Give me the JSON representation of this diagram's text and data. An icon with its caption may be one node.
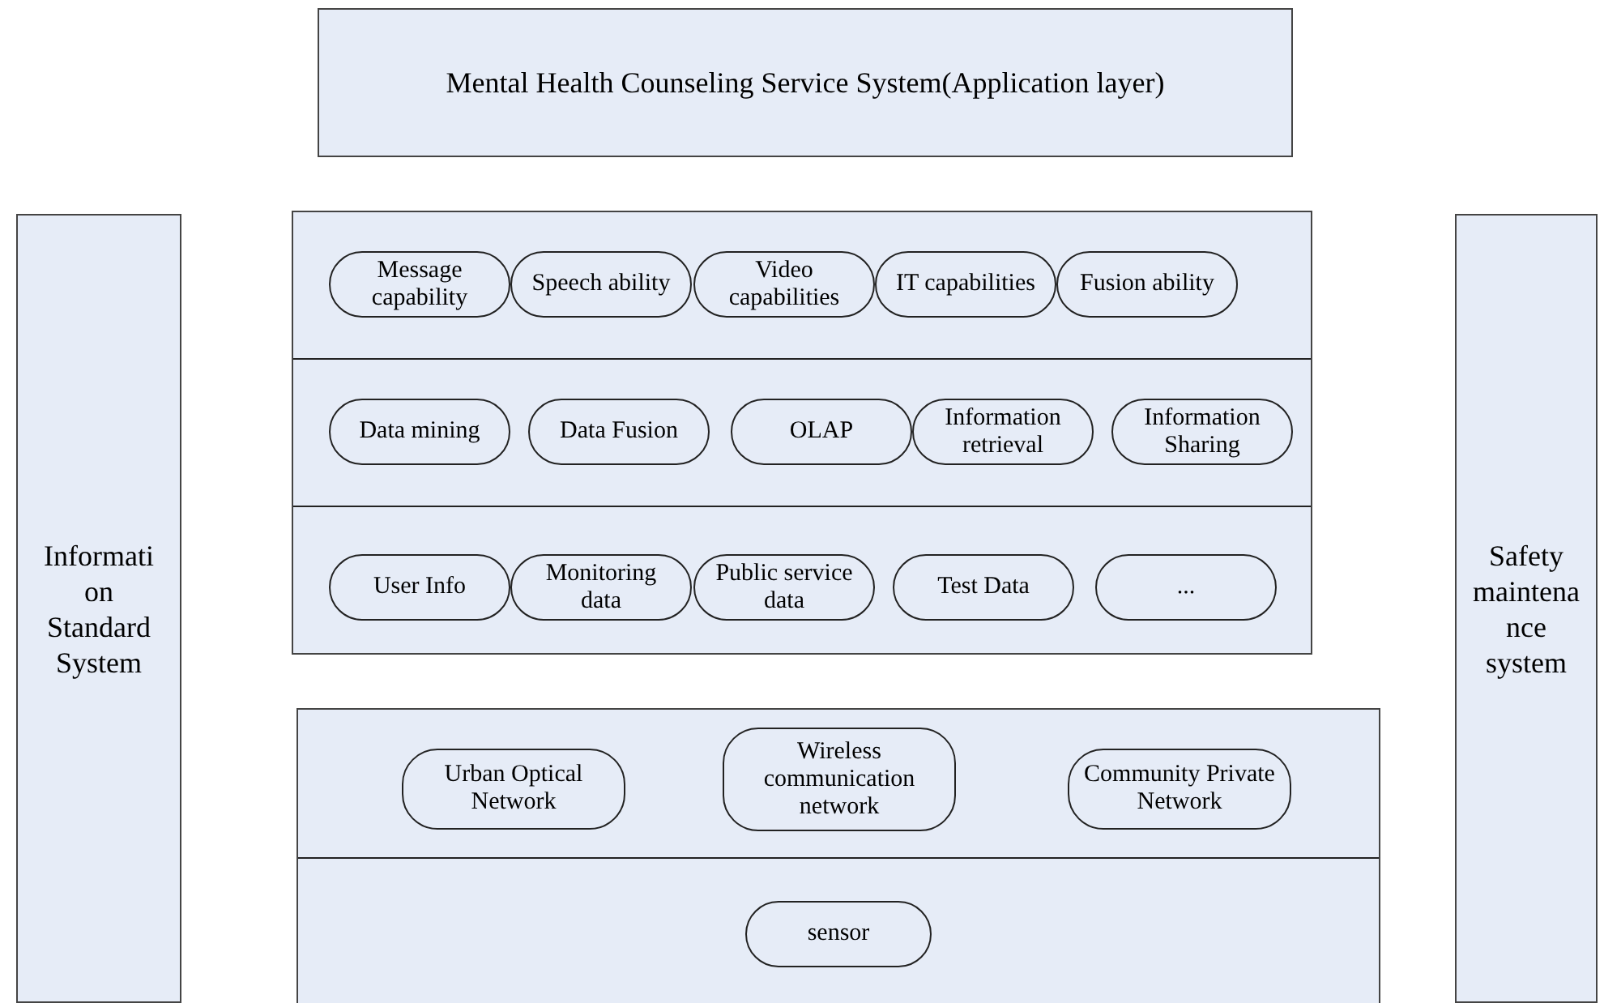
{
  "diagram": {
    "nodes": [
      {
        "text": [
          "Mental Health Counseling Service System(Application layer)"
        ]
      },
      {
        "text": [
          "Informati on Standard System"
        ]
      },
      {
        "text": [],
        "shape": "box"
      },
      {
        "text": [],
        "shape": "band",
        "in": 2
      },
      {
        "text": [
          "Message capability"
        ],
        "in": 3
      },
      {
        "text": [
          "Speech ability"
        ],
        "in": 3
      },
      {
        "text": [
          "Video capabilities"
        ],
        "in": 3
      },
      {
        "text": [
          "IT capabilities"
        ],
        "in": 3
      },
      {
        "text": [
          "Fusion ability"
        ],
        "in": 3
      },
      {
        "text": [],
        "shape": "band",
        "in": 2
      },
      {
        "text": [
          "Data mining"
        ],
        "in": 9
      },
      {
        "text": [
          "Data Fusion"
        ],
        "in": 9
      },
      {
        "text": [
          "OLAP"
        ],
        "in": 9
      },
      {
        "text": [
          "Information retrieval"
        ],
        "in": 9
      },
      {
        "text": [
          "Information Sharing"
        ],
        "in": 9
      },
      {
        "text": [],
        "shape": "band",
        "in": 2
      },
      {
        "text": [
          "User Info"
        ],
        "in": 15
      },
      {
        "text": [
          "Monitoring data"
        ],
        "in": 15
      },
      {
        "text": [
          "Public service data"
        ],
        "in": 15
      },
      {
        "text": [
          "Test Data"
        ],
        "in": 15
      },
      {
        "text": [
          "..."
        ],
        "in": 15
      },
      {
        "text": [
          "Safety maintena nce system"
        ]
      },
      {
        "text": [],
        "shape": "box"
      },
      {
        "text": [],
        "shape": "band",
        "in": 22
      },
      {
        "text": [
          "Urban Optical Network"
        ],
        "in": 23
      },
      {
        "text": [
          "Wireless communication network"
        ],
        "in": 23
      },
      {
        "text": [
          "Community Private Network"
        ],
        "in": 23
      },
      {
        "text": [],
        "shape": "band",
        "in": 22
      },
      {
        "text": [
          "sensor"
        ],
        "in": 27
      }
    ],
    "edges": []
  }
}
